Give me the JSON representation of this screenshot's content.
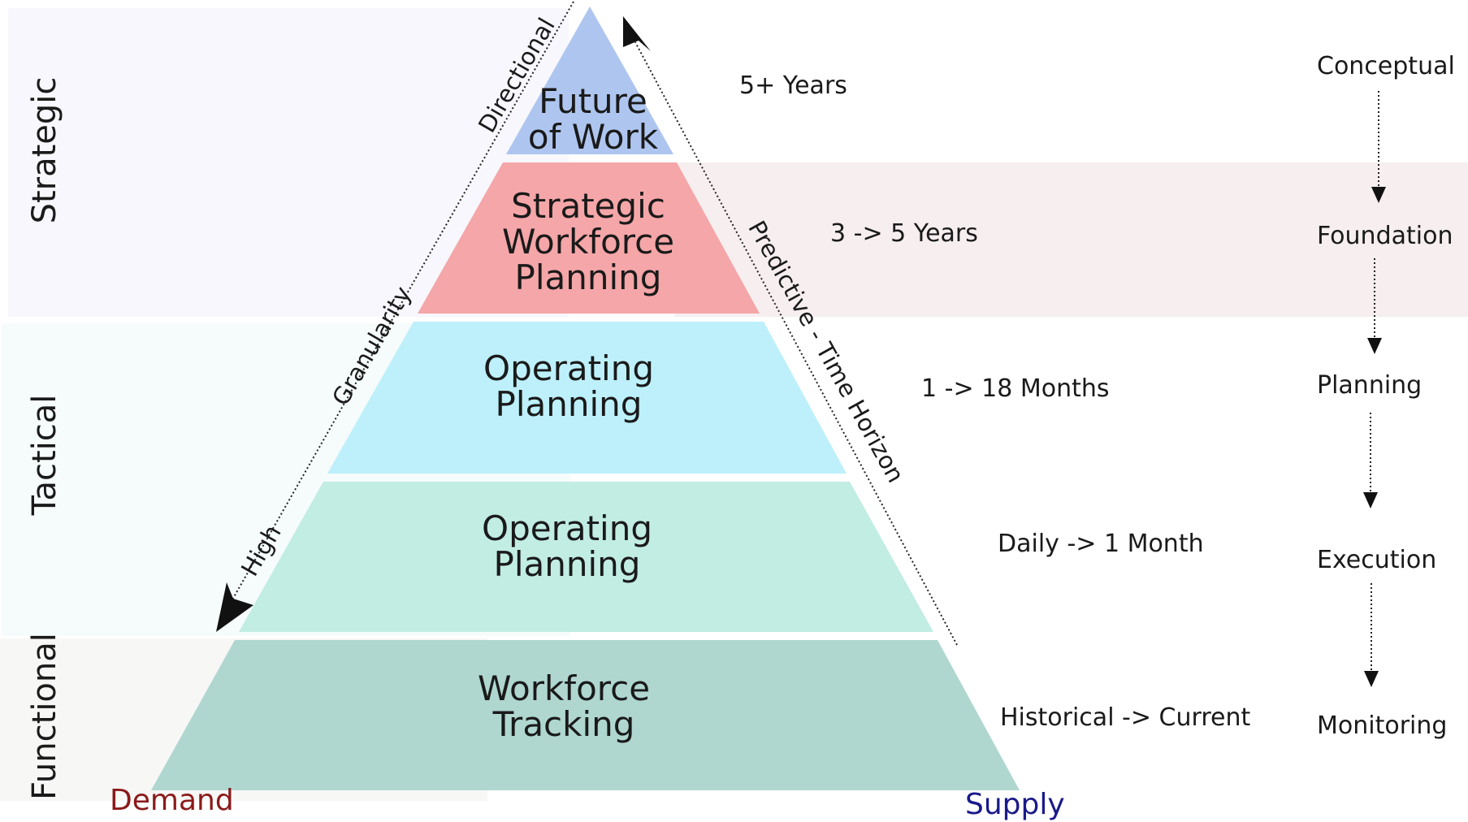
{
  "bands": {
    "strategic": "Strategic",
    "tactical": "Tactical",
    "functional": "Functional"
  },
  "layers": [
    {
      "label": "Future\nof Work",
      "color": "#aec6ef"
    },
    {
      "label": "Strategic\nWorkforce\nPlanning",
      "color": "#f5a6a8"
    },
    {
      "label": "Operating\nPlanning",
      "color": "#bdf0fb"
    },
    {
      "label": "Operating\nPlanning",
      "color": "#c1ede3"
    },
    {
      "label": "Workforce\nTracking",
      "color": "#afd7d0"
    }
  ],
  "time_horizons": [
    "5+ Years",
    "3 -> 5 Years",
    "1 -> 18 Months",
    "Daily -> 1 Month",
    "Historical -> Current"
  ],
  "phases": [
    "Conceptual",
    "Foundation",
    "Planning",
    "Execution",
    "Monitoring"
  ],
  "left_axis": {
    "directional": "Directional",
    "granularity": "Granularity",
    "high": "High"
  },
  "right_axis": {
    "label": "Predictive - Time Horizon"
  },
  "corners": {
    "demand": "Demand",
    "supply": "Supply",
    "demand_color": "#8b1a1a",
    "supply_color": "#1a1a8b"
  },
  "icons": {
    "arrow": "arrow-head-icon"
  }
}
